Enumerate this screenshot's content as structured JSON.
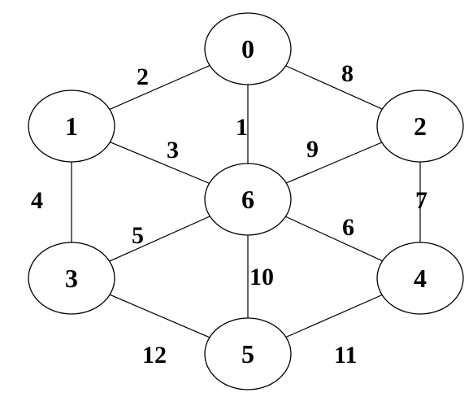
{
  "graph": {
    "nodes": [
      {
        "id": "0",
        "label": "0"
      },
      {
        "id": "1",
        "label": "1"
      },
      {
        "id": "2",
        "label": "2"
      },
      {
        "id": "3",
        "label": "3"
      },
      {
        "id": "4",
        "label": "4"
      },
      {
        "id": "5",
        "label": "5"
      },
      {
        "id": "6",
        "label": "6"
      }
    ],
    "edges": [
      {
        "from": "0",
        "to": "1",
        "weight": "2"
      },
      {
        "from": "0",
        "to": "2",
        "weight": "8"
      },
      {
        "from": "0",
        "to": "6",
        "weight": "1"
      },
      {
        "from": "1",
        "to": "6",
        "weight": "3"
      },
      {
        "from": "1",
        "to": "3",
        "weight": "4"
      },
      {
        "from": "2",
        "to": "6",
        "weight": "9"
      },
      {
        "from": "2",
        "to": "4",
        "weight": "7"
      },
      {
        "from": "3",
        "to": "6",
        "weight": "5"
      },
      {
        "from": "4",
        "to": "6",
        "weight": "6"
      },
      {
        "from": "5",
        "to": "6",
        "weight": "10"
      },
      {
        "from": "3",
        "to": "5",
        "weight": "12"
      },
      {
        "from": "4",
        "to": "5",
        "weight": "11"
      }
    ]
  }
}
